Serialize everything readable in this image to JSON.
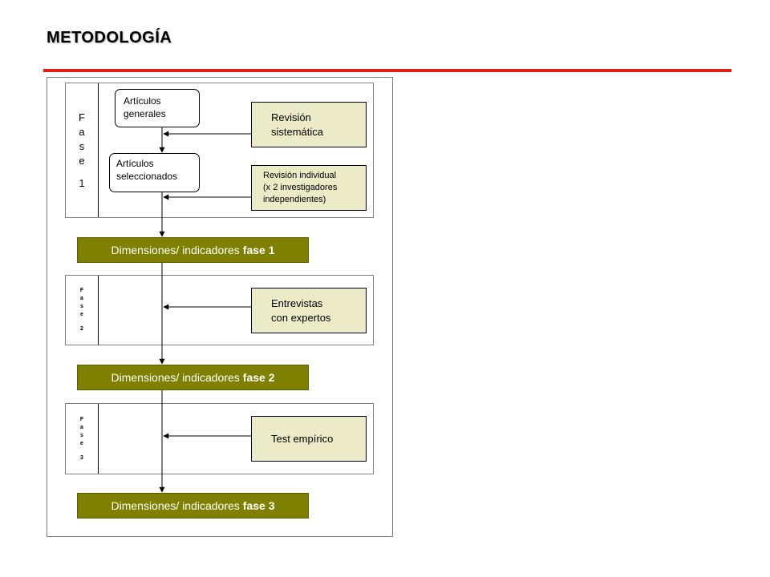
{
  "title": "METODOLOGÍA",
  "phase1": {
    "label": [
      "F",
      "a",
      "s",
      "e",
      "1"
    ],
    "box_general": [
      "Artículos",
      "generales"
    ],
    "box_selected": [
      "Artículos",
      "seleccionados"
    ],
    "source_systematic": [
      "Revisión",
      "sistemática"
    ],
    "source_individual": [
      "Revisión individual",
      "(x 2 investigadores",
      "independientes)"
    ]
  },
  "bar1": {
    "text": "Dimensiones/ indicadores",
    "bold": "fase 1"
  },
  "phase2": {
    "label": [
      "F",
      "a",
      "s",
      "e",
      "2"
    ],
    "source": [
      "Entrevistas",
      "con expertos"
    ]
  },
  "bar2": {
    "text": "Dimensiones/ indicadores",
    "bold": "fase 2"
  },
  "phase3": {
    "label": [
      "F",
      "a",
      "s",
      "e",
      "3"
    ],
    "source": [
      "Test empírico"
    ]
  },
  "bar3": {
    "text": "Dimensiones/ indicadores",
    "bold": "fase 3"
  },
  "colors": {
    "accent_rule": "#e4201c",
    "result_bar": "#7f7f00",
    "source_box": "#ecebc8"
  }
}
